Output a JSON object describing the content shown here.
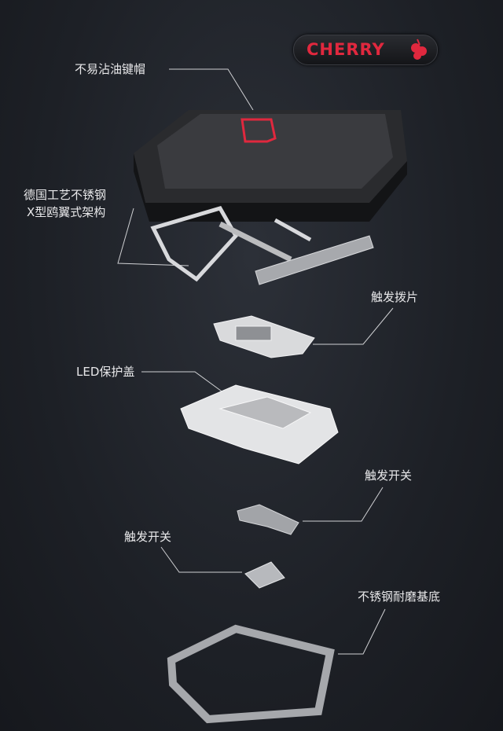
{
  "brand": {
    "logo_text": "CHERRY",
    "color": "#e0283e"
  },
  "labels": {
    "keycap": "不易沾油键帽",
    "frame_line1": "德国工艺不锈钢",
    "frame_line2": "X型鸥翼式架构",
    "trigger_paddle": "触发拨片",
    "led_cover": "LED保护盖",
    "switch_right": "触发开关",
    "switch_left": "触发开关",
    "base": "不锈钢耐磨基底"
  }
}
